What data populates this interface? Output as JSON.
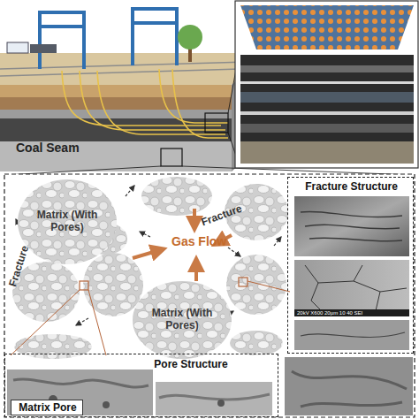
{
  "diagram": {
    "nodes": [
      {
        "text": [
          "Matrix (With Pores)"
        ]
      },
      {
        "text": [
          "Matrix (With Pores)"
        ]
      },
      {
        "text": [
          "Fracture Structure"
        ]
      },
      {
        "text": [
          "Pore Structure"
        ]
      },
      {
        "text": [
          "Matrix Pore"
        ],
        "in": 3
      }
    ],
    "labels": [
      "Coal Seam",
      "Gas Flow",
      "Fracture",
      "Fracture",
      "20kV X600 20µm 10 40 SEI"
    ]
  }
}
